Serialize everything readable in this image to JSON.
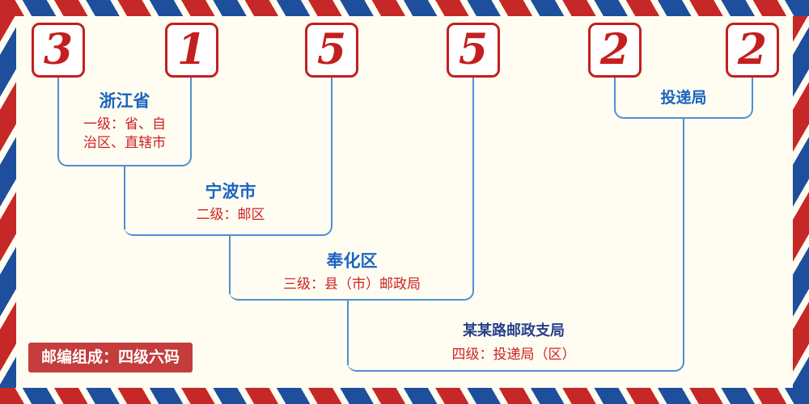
{
  "code": {
    "digits": [
      "3",
      "1",
      "5",
      "5",
      "2",
      "2"
    ]
  },
  "groups": {
    "level1": {
      "place": "浙江省",
      "desc_lines": [
        "一级：省、自",
        "治区、直辖市"
      ]
    },
    "level2": {
      "place": "宁波市",
      "desc": "二级：邮区"
    },
    "level3": {
      "place": "奉化区",
      "desc": "三级：县（市）邮政局"
    },
    "delivery": {
      "label": "投递局"
    },
    "level4": {
      "place": "某某路邮政支局",
      "desc": "四级：投递局（区）"
    }
  },
  "footer": {
    "badge": "邮编组成：四级六码"
  },
  "colors": {
    "digit_red": "#c41f1f",
    "text_blue": "#1a64c0",
    "text_dark_blue": "#27408b",
    "text_red": "#cc2222",
    "line_blue": "#4e8fd0",
    "stripe_red": "#c62828",
    "stripe_blue": "#1e4f9c",
    "background": "#fffdf2",
    "badge_background": "#c43c3c"
  }
}
